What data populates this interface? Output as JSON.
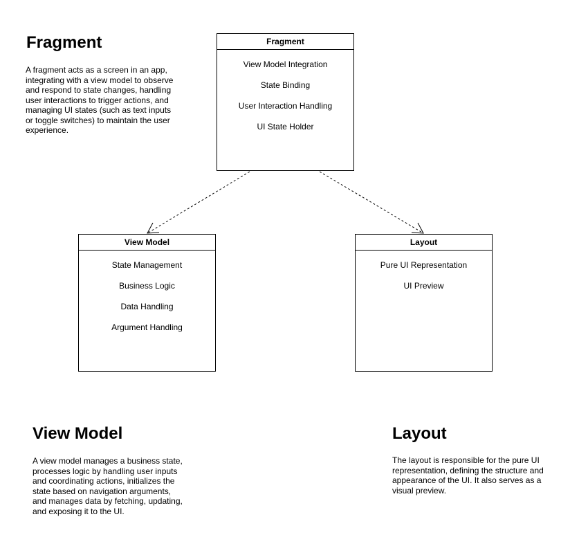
{
  "notes": {
    "fragment": {
      "title": "Fragment",
      "lines": [
        "A fragment acts as a screen in an app,",
        "integrating with a view model to observe",
        "and respond to state changes, handling",
        "user interactions to trigger actions, and",
        "managing UI states (such as text inputs",
        "or toggle switches) to maintain the user",
        "experience."
      ]
    },
    "view_model": {
      "title": "View Model",
      "lines": [
        "A view model manages a business state,",
        "processes logic by handling user inputs",
        "and coordinating actions, initializes the",
        "state based on navigation arguments,",
        "and manages data by fetching, updating,",
        "and exposing it to the UI."
      ]
    },
    "layout": {
      "title": "Layout",
      "lines": [
        "The layout is responsible for the pure UI",
        "representation, defining the structure and",
        "appearance of the UI. It also serves as a",
        "visual preview."
      ]
    }
  },
  "boxes": {
    "fragment": {
      "title": "Fragment",
      "items": [
        "View Model Integration",
        "State Binding",
        "User Interaction Handling",
        "UI State Holder"
      ]
    },
    "view_model": {
      "title": "View Model",
      "items": [
        "State Management",
        "Business Logic",
        "Data Handling",
        "Argument Handling"
      ]
    },
    "layout": {
      "title": "Layout",
      "items": [
        "Pure UI Representation",
        "UI Preview"
      ]
    }
  }
}
